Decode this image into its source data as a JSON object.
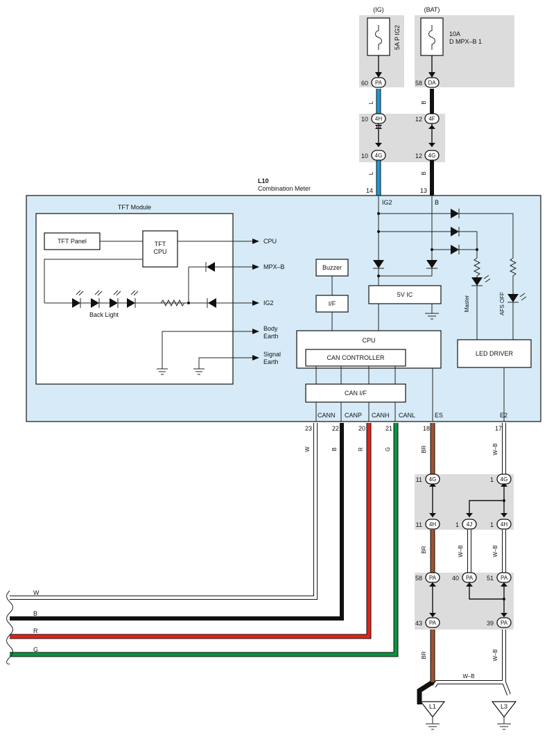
{
  "colors": {
    "meter_fill": "#d6ebf7",
    "junction_fill": "#dcdcdc",
    "wire_L": "#1a9ad8",
    "wire_B": "#111111",
    "wire_R": "#e2231a",
    "wire_G": "#0a9340",
    "wire_BR": "#a0522d",
    "wire_W": "#ffffff"
  },
  "fuses": {
    "ig": {
      "source": "(IG)",
      "rating": "5A P IG2",
      "pin": "60",
      "conn": "PA"
    },
    "bat": {
      "source": "(BAT)",
      "rating_line1": "10A",
      "rating_line2": "D MPX–B 1",
      "pin": "58",
      "conn": "DA"
    }
  },
  "junction1": {
    "top": [
      {
        "pin": "10",
        "conn": "4H"
      },
      {
        "pin": "12",
        "conn": "4F"
      }
    ],
    "bottom": [
      {
        "pin": "10",
        "conn": "4G"
      },
      {
        "pin": "12",
        "conn": "4G"
      }
    ]
  },
  "top_wire_colors": {
    "left": "L",
    "right": "B"
  },
  "meter": {
    "id": "L10",
    "name": "Combination Meter",
    "pin_ig2": "14",
    "pin_b": "13",
    "label_ig2": "IG2",
    "label_b": "B"
  },
  "tft": {
    "title": "TFT Module",
    "panel": "TFT Panel",
    "cpu_line1": "TFT",
    "cpu_line2": "CPU",
    "backlight": "Back Light",
    "out_cpu": "CPU",
    "out_mpxb": "MPX–B",
    "out_ig2": "IG2",
    "out_body_line1": "Body",
    "out_body_line2": "Earth",
    "out_signal_line1": "Signal",
    "out_signal_line2": "Earth"
  },
  "blocks": {
    "buzzer": "Buzzer",
    "if": "I/F",
    "fivev": "5V IC",
    "cpu": "CPU",
    "can_controller": "CAN CONTROLLER",
    "can_if": "CAN I/F",
    "led_driver": "LED DRIVER",
    "master": "Master",
    "afs_off": "AFS OFF"
  },
  "bottom_terms": [
    {
      "label": "CANN",
      "pin": "22",
      "color": "B"
    },
    {
      "label": "",
      "pin": "23",
      "color": "W"
    },
    {
      "label": "CANP",
      "pin": "20",
      "color": "R"
    },
    {
      "label": "CANH",
      "pin": "21",
      "color": "G"
    },
    {
      "label": "CANL",
      "pin": "",
      "color": ""
    },
    {
      "label": "ES",
      "pin": "18",
      "color": "BR"
    },
    {
      "label": "E2",
      "pin": "17",
      "color": "W–B"
    }
  ],
  "junction2": {
    "top": [
      {
        "pin": "11",
        "conn": "4G"
      },
      {
        "pin": "1",
        "conn": "4G"
      }
    ],
    "bottom": [
      {
        "pin": "11",
        "conn": "4H"
      },
      {
        "pin": "1",
        "conn": "4J"
      },
      {
        "pin": "1",
        "conn": "4H"
      }
    ]
  },
  "mid_wire_colors": {
    "br": "BR",
    "wb_left": "W–B",
    "wb_right": "W–B"
  },
  "junction3": {
    "top": [
      {
        "pin": "58",
        "conn": "PA"
      },
      {
        "pin": "40",
        "conn": "PA"
      },
      {
        "pin": "51",
        "conn": "PA"
      }
    ],
    "bottom": [
      {
        "pin": "43",
        "conn": "PA"
      },
      {
        "pin": "39",
        "conn": "PA"
      }
    ]
  },
  "low_wire_colors": {
    "br": "BR",
    "wb": "W–B",
    "wb_cross": "W–B"
  },
  "grounds": {
    "l1": "L1",
    "l3": "L3"
  },
  "left_wires": [
    "W",
    "B",
    "R",
    "G"
  ]
}
